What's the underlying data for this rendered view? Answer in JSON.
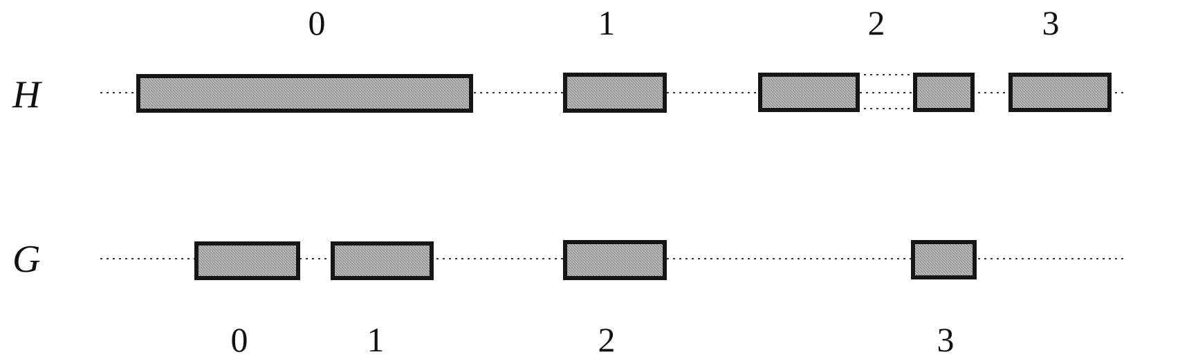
{
  "rows": {
    "H": {
      "label": "H",
      "exon_labels": [
        "0",
        "1",
        "2",
        "3"
      ]
    },
    "G": {
      "label": "G",
      "exon_labels": [
        "0",
        "1",
        "2",
        "3"
      ]
    }
  },
  "colors": {
    "box_fill": "#a8a8a8",
    "box_stroke": "#161616",
    "track": "#333333",
    "text": "#111111"
  }
}
